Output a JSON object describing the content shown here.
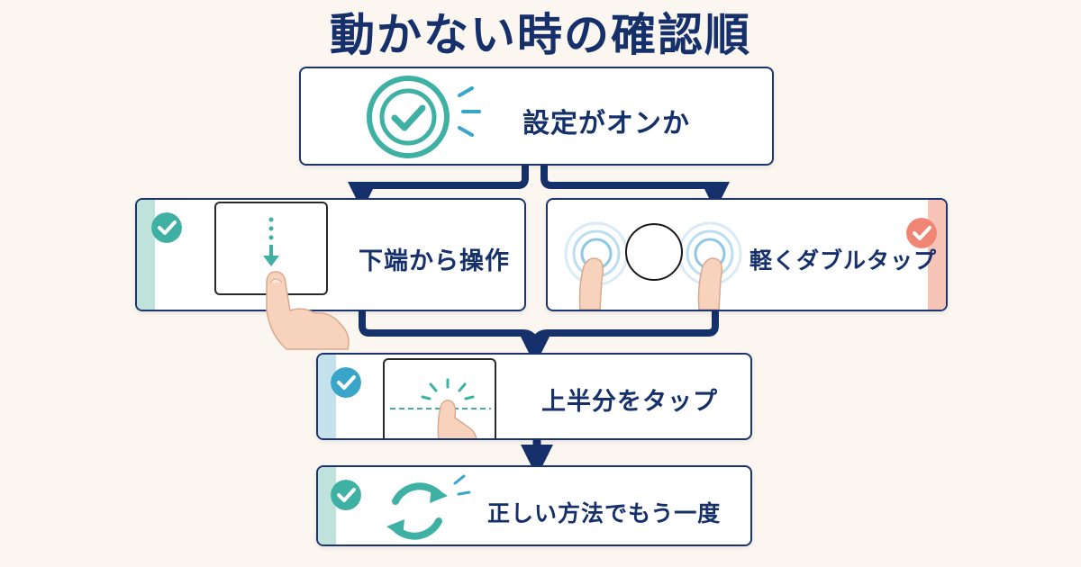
{
  "title": "動かない時の確認順",
  "steps": {
    "settings": {
      "label": "設定がオンか"
    },
    "swipe_bottom": {
      "label": "下端から操作"
    },
    "double_tap": {
      "label": "軽くダブルタップ"
    },
    "tap_top_half": {
      "label": "上半分をタップ"
    },
    "retry": {
      "label": "正しい方法でもう一度"
    }
  },
  "colors": {
    "navy": "#15306a",
    "teal": "#3fb0a4",
    "blue_check": "#39a6c9",
    "coral": "#ef8572",
    "mint_stripe": "#bfe3da",
    "blue_stripe": "#c4e1ec",
    "pink_stripe": "#f7c4b8"
  }
}
